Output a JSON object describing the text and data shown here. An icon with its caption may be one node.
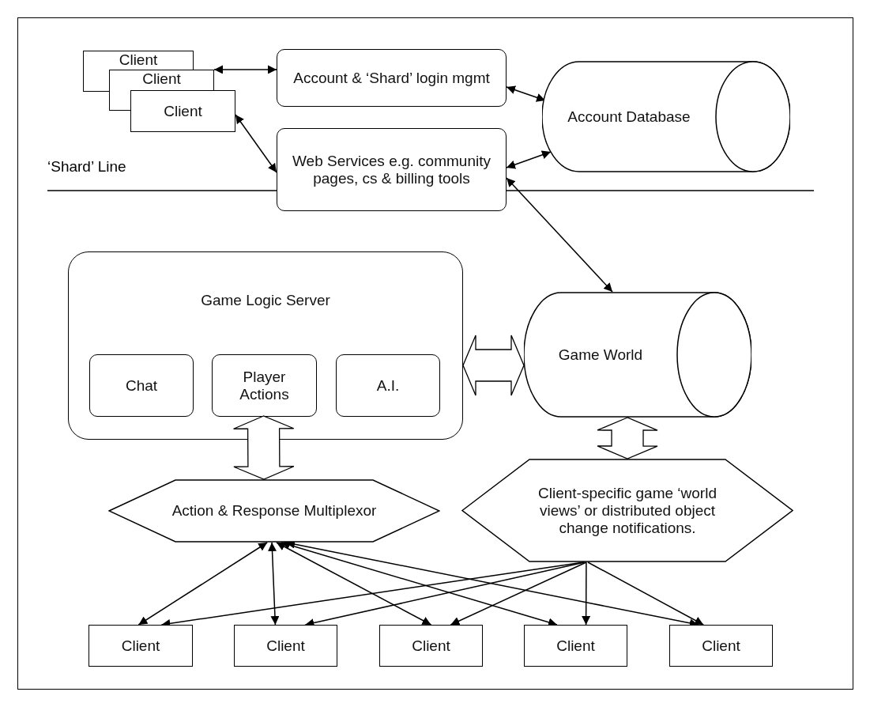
{
  "diagram": {
    "nodes": [
      {
        "text": [
          "Client"
        ]
      },
      {
        "text": [
          "Client"
        ]
      },
      {
        "text": [
          "Client"
        ]
      },
      {
        "text": [
          "Account & ‘Shard’ login mgmt"
        ]
      },
      {
        "text": [
          "Web Services e.g. community pages, cs & billing tools"
        ]
      },
      {
        "text": [
          "Account Database"
        ]
      },
      {
        "text": [
          "Game Logic Server"
        ]
      },
      {
        "text": [
          "Chat"
        ],
        "in": 6
      },
      {
        "text": [
          "Player Actions"
        ],
        "in": 6
      },
      {
        "text": [
          "A.I."
        ],
        "in": 6
      },
      {
        "text": [
          "Game World"
        ]
      },
      {
        "text": [
          "Action & Response Multiplexor"
        ]
      },
      {
        "text": [
          "Client-specific game ‘world views’ or distributed object change notifications."
        ]
      },
      {
        "text": [
          "Client"
        ]
      },
      {
        "text": [
          "Client"
        ]
      },
      {
        "text": [
          "Client"
        ]
      },
      {
        "text": [
          "Client"
        ]
      },
      {
        "text": [
          "Client"
        ]
      }
    ],
    "edges": [
      {
        "from": 1,
        "to": 3,
        "arrow": "both"
      },
      {
        "from": 2,
        "to": 4,
        "arrow": "both"
      },
      {
        "from": 5,
        "to": 3,
        "arrow": "both"
      },
      {
        "from": 5,
        "to": 4,
        "arrow": "both"
      },
      {
        "from": 4,
        "to": 10,
        "arrow": "both"
      },
      {
        "from": 6,
        "to": 10,
        "arrow": "both",
        "style": "thick"
      },
      {
        "from": 8,
        "to": 11,
        "arrow": "both",
        "style": "thick"
      },
      {
        "from": 10,
        "to": 12,
        "arrow": "both",
        "style": "thick"
      },
      {
        "from": 11,
        "to": 13,
        "arrow": "both"
      },
      {
        "from": 11,
        "to": 14,
        "arrow": "both"
      },
      {
        "from": 11,
        "to": 15,
        "arrow": "both"
      },
      {
        "from": 11,
        "to": 16,
        "arrow": "both"
      },
      {
        "from": 11,
        "to": 17,
        "arrow": "both"
      },
      {
        "from": 12,
        "to": 13,
        "arrow": "to"
      },
      {
        "from": 12,
        "to": 14,
        "arrow": "to"
      },
      {
        "from": 12,
        "to": 15,
        "arrow": "to"
      },
      {
        "from": 12,
        "to": 16,
        "arrow": "to"
      },
      {
        "from": 12,
        "to": 17,
        "arrow": "to"
      }
    ],
    "labels": [
      "‘Shard’ Line"
    ]
  }
}
